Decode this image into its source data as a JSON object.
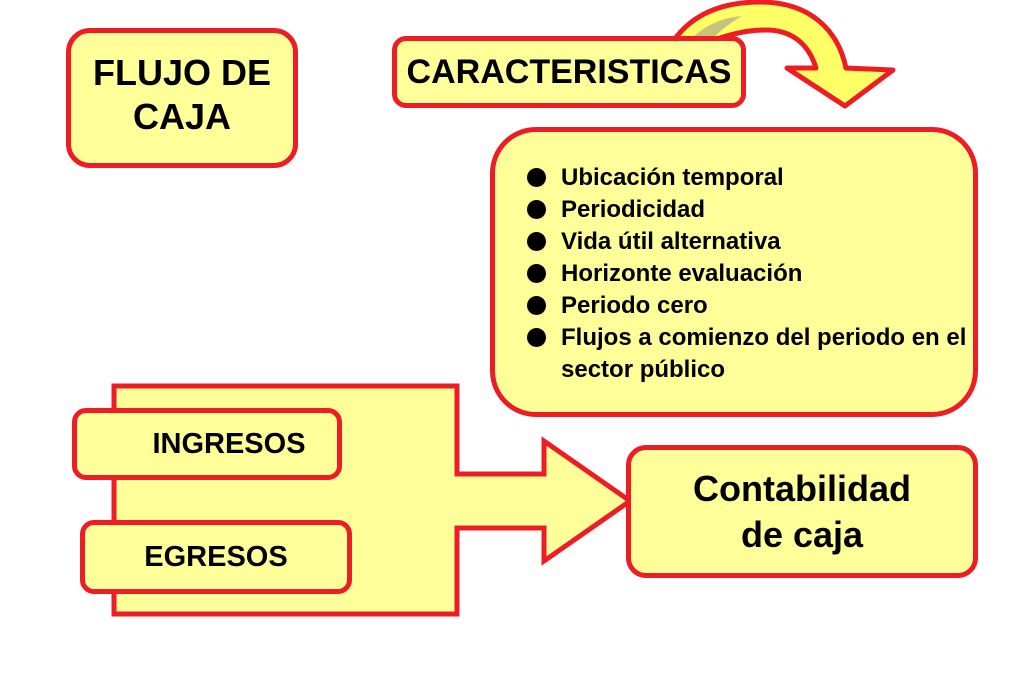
{
  "title_box": {
    "line1": "FLUJO DE",
    "line2": "CAJA"
  },
  "characteristics_box": {
    "label": "CARACTERISTICAS"
  },
  "characteristics_list": {
    "items": [
      "Ubicación temporal",
      "Periodicidad",
      "Vida útil alternativa",
      "Horizonte evaluación",
      "Periodo cero",
      "Flujos a comienzo del periodo en el sector público"
    ]
  },
  "ingresos_box": {
    "label": "INGRESOS"
  },
  "egresos_box": {
    "label": "EGRESOS"
  },
  "result_box": {
    "line1": "Contabilidad",
    "line2": "de caja"
  },
  "colors": {
    "box_fill": "#ffff99",
    "border": "#ee1c24",
    "curved_arrow_fill": "#ffff66"
  }
}
